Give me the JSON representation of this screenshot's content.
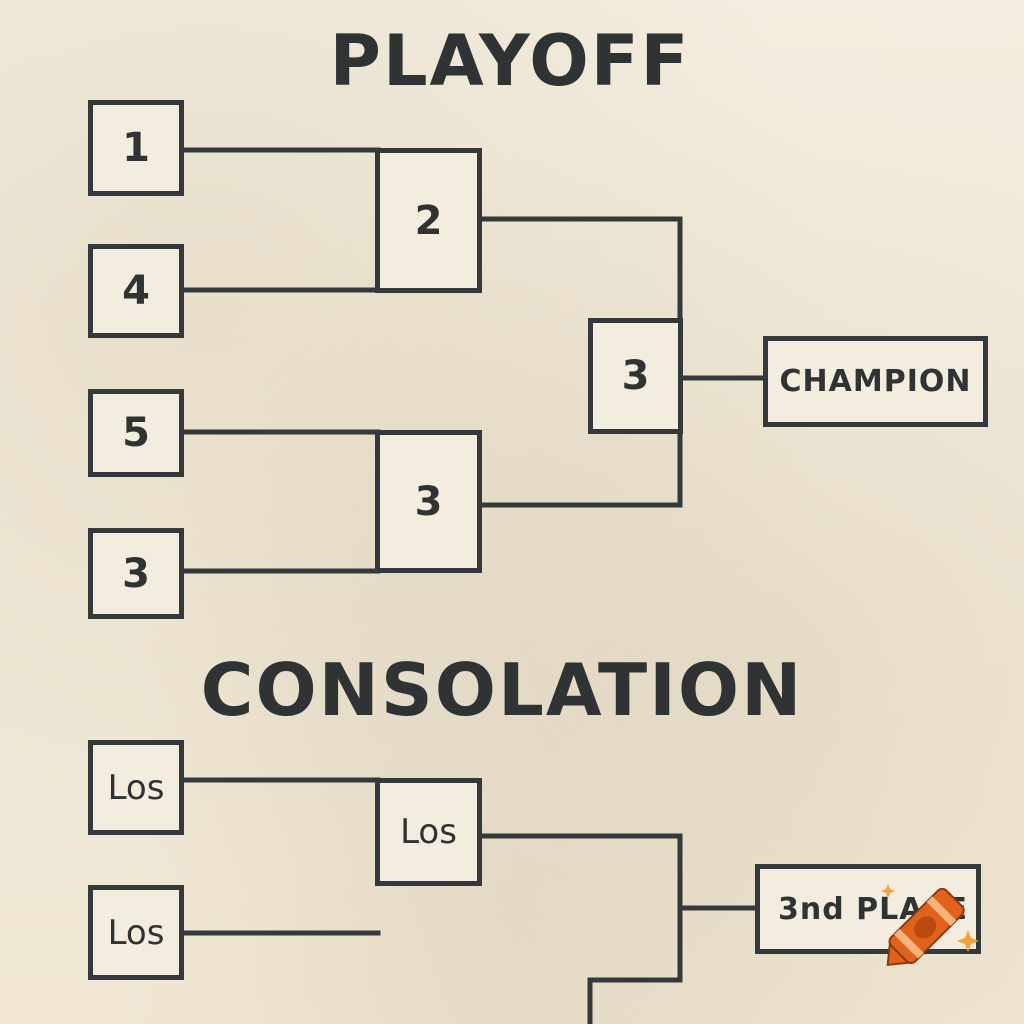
{
  "playoff": {
    "title": "PLAYOFF",
    "round1": [
      "1",
      "4",
      "5",
      "3"
    ],
    "semifinal": [
      "2",
      "3"
    ],
    "final": "3",
    "champion_label": "CHAMPION"
  },
  "consolation": {
    "title": "CONSOLATION",
    "round1": [
      "Los",
      "Los"
    ],
    "semifinal": "Los",
    "third_place_label": "3nd PLACE"
  },
  "colors": {
    "ink": "#343a3b",
    "paper": "#f1ead9",
    "crayon": "#e0621c"
  },
  "icons": [
    "crayon-icon",
    "sparkle-icon"
  ]
}
